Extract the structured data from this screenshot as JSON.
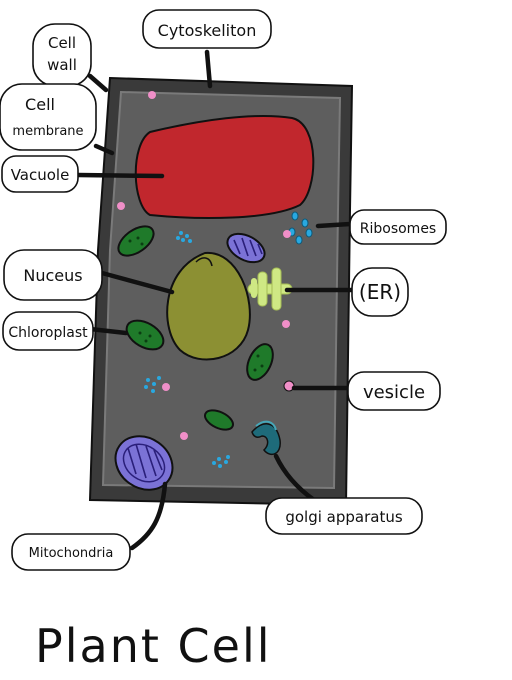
{
  "diagram": {
    "title": "Plant Cell",
    "labels": {
      "cell_wall": "Cell wall",
      "cytoskeleton": "Cytoskeliton",
      "cell_membrane": "Cell membrane",
      "vacuole": "Vacuole",
      "ribosomes": "Ribosomes",
      "nucleus": "Nuceus",
      "er": "(ER)",
      "chloroplast": "Chloroplast",
      "vesicle": "vesicle",
      "golgi": "golgi apparatus",
      "mitochondria": "Mitochondria"
    },
    "colors": {
      "cell_wall": "#3a3a3a",
      "cytoplasm": "#5e5e5e",
      "vacuole": "#c1272d",
      "nucleus": "#8c9033",
      "chloroplast": "#1f7a2a",
      "mitochondria": "#7b72d6",
      "er": "#cfe884",
      "golgi": "#1e6b7a",
      "ribosomes": "#29a8e0",
      "vesicle": "#f08fc8"
    }
  }
}
